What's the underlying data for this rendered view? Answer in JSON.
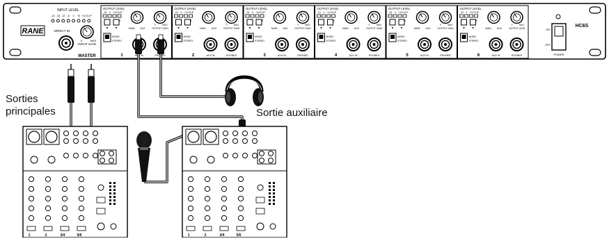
{
  "rack": {
    "brand": "RANE",
    "model": "HC6S",
    "master": {
      "input_level_label": "INPUT LEVEL",
      "input_level_ticks": [
        "-24",
        "-18",
        "-12",
        "-6",
        "0",
        "+6",
        "+12",
        "CLIP"
      ],
      "direct_in_label": "DIRECT IN",
      "input_gain_label": "INPUT GAIN",
      "gain_min": "0",
      "gain_max": "MAX",
      "section_label": "MASTER"
    },
    "channel_labels": {
      "output_level": "OUTPUT LEVEL",
      "meter_ticks": [
        "-24",
        "0",
        "+12",
        "CLIP"
      ],
      "main": "MAIN",
      "aux": "AUX",
      "mute": "MUTE",
      "mono": "MONO",
      "stereo": "STEREO",
      "output_gain": "OUTPUT GAIN",
      "gain_min": "0",
      "gain_max": "MAX",
      "aux_in": "AUX IN",
      "phones": "PHONES"
    },
    "channels": [
      "1",
      "2",
      "3",
      "4",
      "5",
      "6"
    ],
    "power": {
      "on": "ON",
      "off": "OFF",
      "label": "POWER"
    }
  },
  "labels": {
    "main_outputs_line1": "Sorties",
    "main_outputs_line2": "principales",
    "aux_output": "Sortie auxiliaire"
  },
  "mixer": {
    "channel_labels": [
      "1",
      "2",
      "3/4",
      "5/6"
    ]
  }
}
